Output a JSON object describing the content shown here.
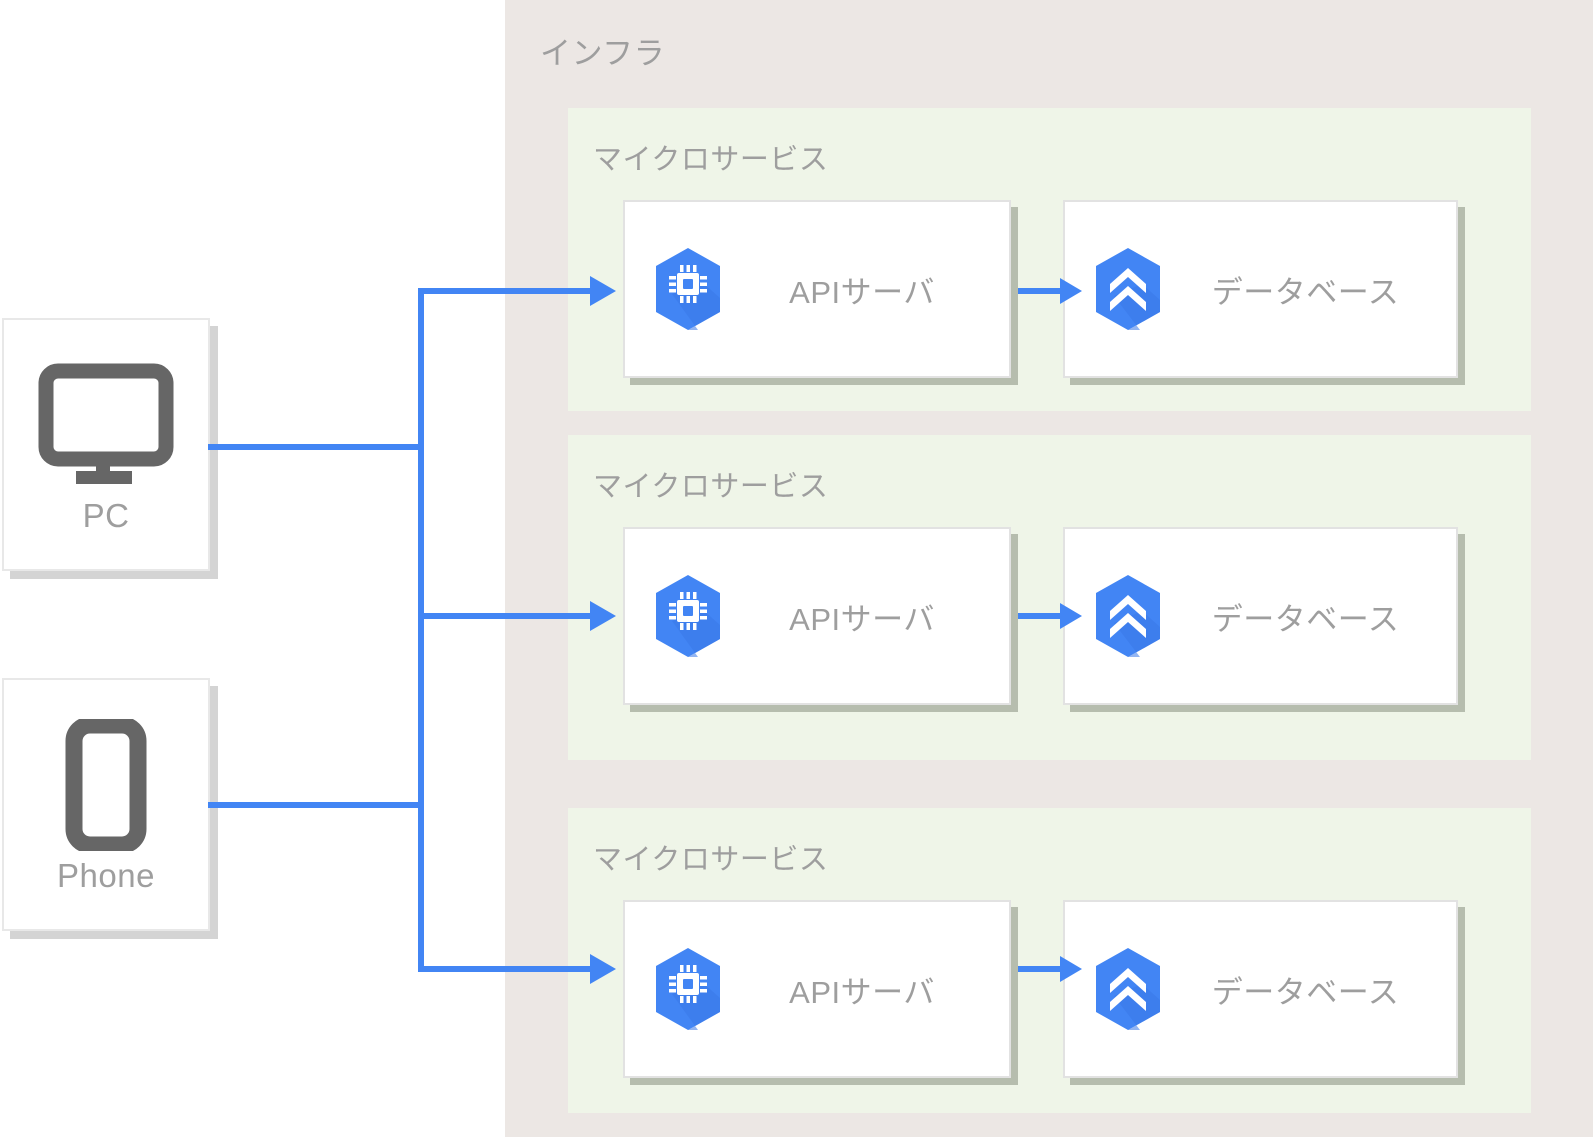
{
  "diagram": {
    "title": "インフラ",
    "accent_color": "#4285F4",
    "panel_color": "#ECE7E4",
    "group_color": "#EFF5E8",
    "text_color": "#9E9E9E"
  },
  "clients": [
    {
      "label": "PC",
      "icon": "desktop-monitor-icon"
    },
    {
      "label": "Phone",
      "icon": "mobile-phone-icon"
    }
  ],
  "groups": [
    {
      "title": "マイクロサービス",
      "nodes": [
        {
          "label": "APIサーバ",
          "icon": "compute-engine-chip-icon"
        },
        {
          "label": "データベース",
          "icon": "datastore-chevron-icon"
        }
      ]
    },
    {
      "title": "マイクロサービス",
      "nodes": [
        {
          "label": "APIサーバ",
          "icon": "compute-engine-chip-icon"
        },
        {
          "label": "データベース",
          "icon": "datastore-chevron-icon"
        }
      ]
    },
    {
      "title": "マイクロサービス",
      "nodes": [
        {
          "label": "APIサーバ",
          "icon": "compute-engine-chip-icon"
        },
        {
          "label": "データベース",
          "icon": "datastore-chevron-icon"
        }
      ]
    }
  ]
}
